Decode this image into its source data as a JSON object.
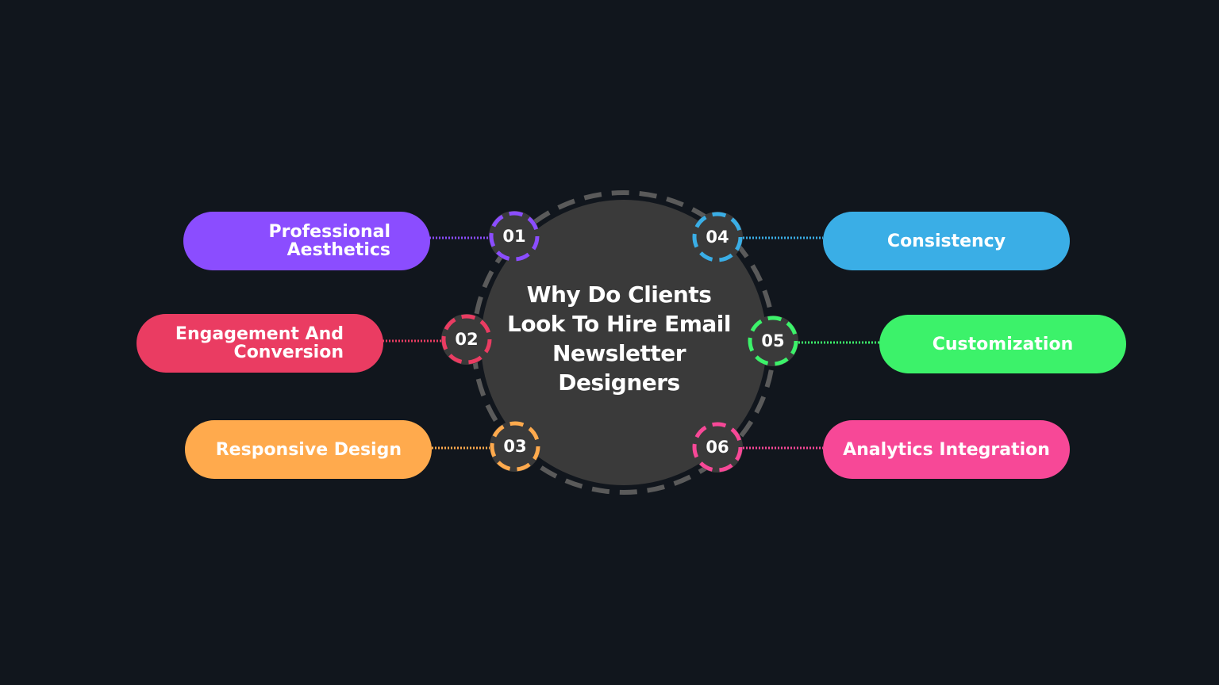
{
  "center": {
    "title": "Why Do Clients Look To Hire Email Newsletter Designers"
  },
  "items": [
    {
      "number": "01",
      "label": "Professional\nAesthetics",
      "color": "#8b4dff"
    },
    {
      "number": "02",
      "label": "Engagement And\nConversion",
      "color": "#ea3c62"
    },
    {
      "number": "03",
      "label": "Responsive Design",
      "color": "#ffaa4d"
    },
    {
      "number": "04",
      "label": "Consistency",
      "color": "#3aaee6"
    },
    {
      "number": "05",
      "label": "Customization",
      "color": "#3cf26a"
    },
    {
      "number": "06",
      "label": "Analytics Integration",
      "color": "#f74897"
    }
  ],
  "colors": {
    "background": "#11161d",
    "hub": "#3a3a3a",
    "hub_ring": "#5a5a5a"
  }
}
